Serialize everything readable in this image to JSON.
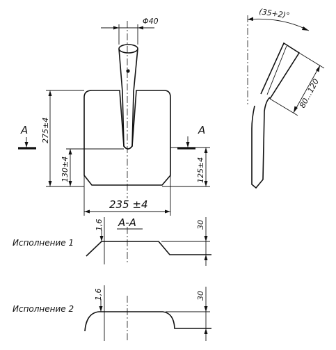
{
  "title": "",
  "front_view": {
    "diameter_label": "Φ40",
    "height_total": "275±4",
    "height_hole": "130±4",
    "height_side": "125±4",
    "width_label": "235 ±4",
    "section_mark_left": "A",
    "section_mark_right": "A"
  },
  "side_view": {
    "angle_label": "(35+2)°",
    "length_label": "80...120"
  },
  "section": {
    "title": "А-А",
    "variant1_label": "Исполнение 1",
    "variant2_label": "Исполнение 2",
    "thickness_1": "1,6",
    "height_1": "30",
    "thickness_2": "1,6",
    "height_2": "30"
  }
}
